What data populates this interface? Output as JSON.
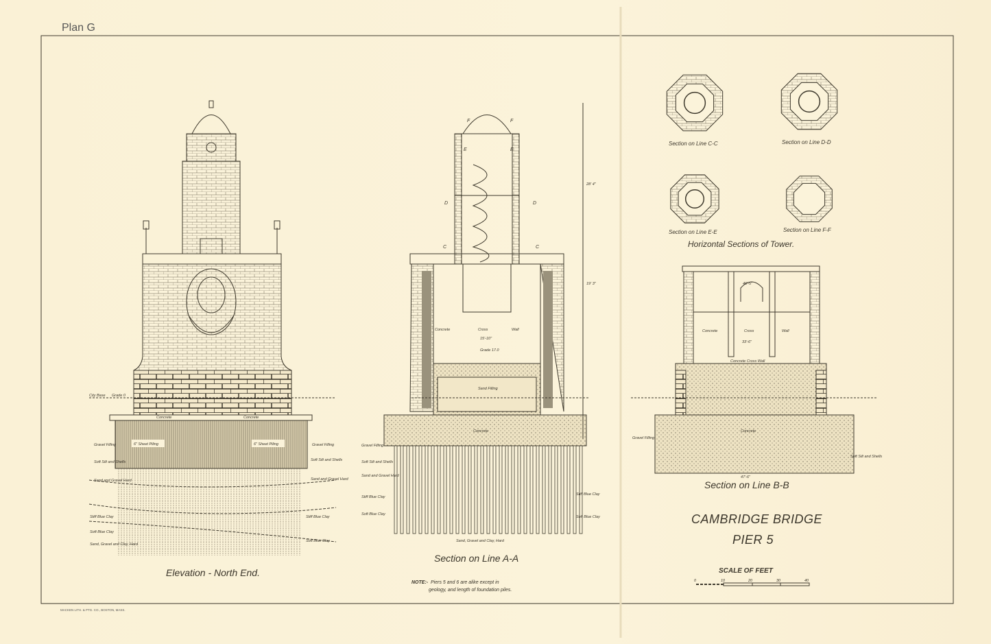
{
  "plan_label": "Plan G",
  "title": {
    "line1": "CAMBRIDGE BRIDGE",
    "line2": "PIER 5"
  },
  "drawings": {
    "elevation": {
      "caption": "Elevation - North End.",
      "labels": {
        "sheet_piling_left": "6\" Sheet Piling",
        "sheet_piling_right": "6\" Sheet Piling",
        "concrete_left": "Concrete",
        "concrete_right": "Concrete",
        "gravel_filling_left": "Gravel Filling",
        "soft_silt_left": "Soft Silt and Shells",
        "sand_gravel_left": "Sand and Gravel Hard",
        "stiff_clay_left": "Stiff Blue Clay",
        "soft_clay_left": "Soft Blue Clay",
        "sand_gravel_clay_left": "Sand, Gravel and Clay, Hard",
        "gravel_filling_right": "Gravel Filling",
        "soft_silt_right": "Soft Silt and Shells",
        "sand_gravel_right": "Sand and Gravel Hard",
        "stiff_clay_right": "Stiff Blue Clay",
        "soft_clay_right": "Soft Blue Clay",
        "city_base": "City Base",
        "grade_0": "Grade 0"
      }
    },
    "section_aa": {
      "caption": "Section on Line A-A",
      "labels": {
        "concrete": "Concrete",
        "cross": "Cross",
        "wall": "Wall",
        "dim": "15'-10\"",
        "grade_17": "Grade 17.0",
        "sand_filling": "Sand Filling",
        "concrete_base": "Concrete",
        "sand_gravel_clay": "Sand, Gravel and Clay, Hard",
        "stiff_clay_left": "Stiff Blue Clay",
        "soft_clay_left": "Soft Blue Clay",
        "stiff_clay_right": "Stiff Blue Clay",
        "soft_clay_right": "Soft Blue Clay",
        "gravel_filling": "Gravel Filling",
        "soft_silt": "Soft Silt and Shells",
        "sand_gravel": "Sand and Gravel Hard",
        "letters": [
          "F",
          "F",
          "E",
          "E",
          "D",
          "D",
          "C",
          "C"
        ],
        "dim_top": "28' 4\"",
        "dim_mid": "19' 3\""
      }
    },
    "section_bb": {
      "caption": "Section on Line B-B",
      "labels": {
        "concrete": "Concrete",
        "cross": "Cross",
        "wall": "Wall",
        "dim_top": "46'-5\"",
        "dim_mid": "33'-6\"",
        "dim_bottom": "47'-6\"",
        "concrete_cross_wall": "Concrete Cross Wall",
        "concrete_base": "Concrete",
        "gravel_filling": "Gravel Filling",
        "soft_silt": "Soft Silt and Shells"
      }
    },
    "horizontal_sections": {
      "caption": "Horizontal Sections of Tower.",
      "items": [
        "Section on Line C-C",
        "Section on Line D-D",
        "Section on Line E-E",
        "Section on Line F-F"
      ]
    }
  },
  "note": {
    "prefix": "NOTE:-",
    "line1": "Piers 5 and 6 are alike except in",
    "line2": "geology, and length of foundation piles."
  },
  "scale": {
    "title": "SCALE OF FEET",
    "ticks": [
      "0",
      "10",
      "20",
      "30",
      "40"
    ]
  },
  "printer_credit": "MACKEN LITH. & PTG. CO., BOSTON, MASS.",
  "colors": {
    "paper": "#fbf3da",
    "ink": "#3d382c"
  }
}
